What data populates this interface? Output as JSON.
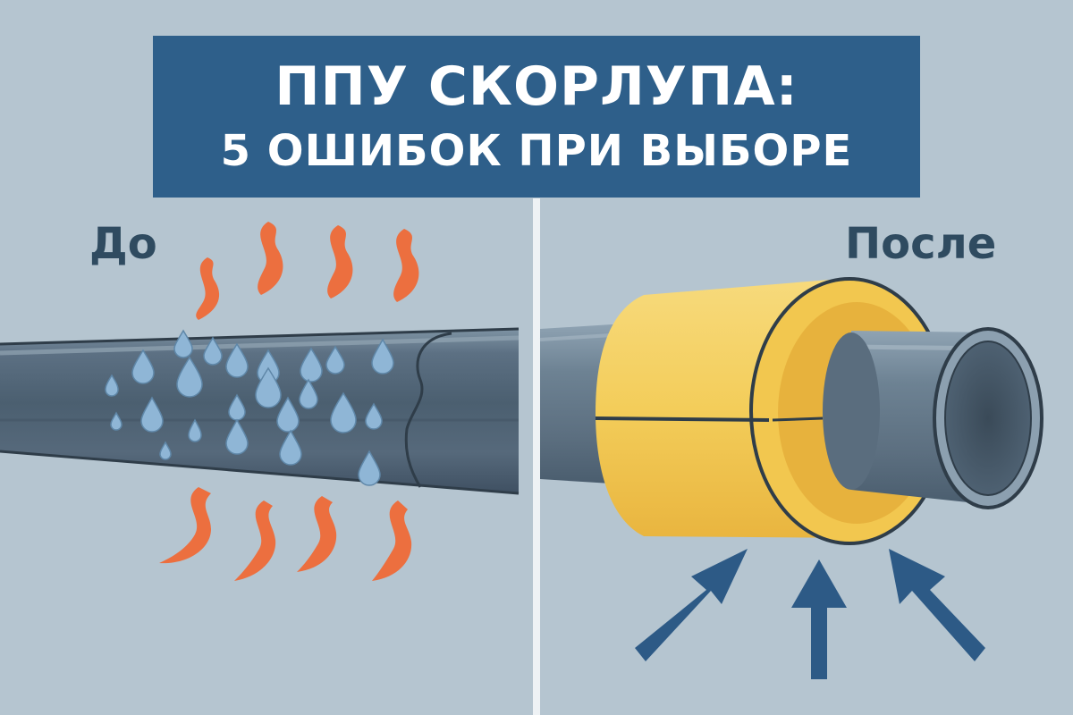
{
  "title": {
    "line1": "ППУ СКОРЛУПА:",
    "line2": "5 ОШИБОК ПРИ ВЫБОРЕ"
  },
  "panels": {
    "before_label": "До",
    "after_label": "После"
  },
  "colors": {
    "background": "#b5c5d0",
    "title_background": "#2e5f8a",
    "title_text": "#ffffff",
    "label_text": "#2f4b60",
    "pipe": "#4f6273",
    "heat_waves": "#ec6f3f",
    "water_drops": "#8fb6d6",
    "insulation_shell": "#f2c64e",
    "arrows": "#2d5a86"
  },
  "icons": {
    "left": [
      "pipe-icon",
      "heat-wave-icon",
      "water-drop-icon"
    ],
    "right": [
      "insulated-pipe-icon",
      "arrow-up-icon"
    ]
  }
}
